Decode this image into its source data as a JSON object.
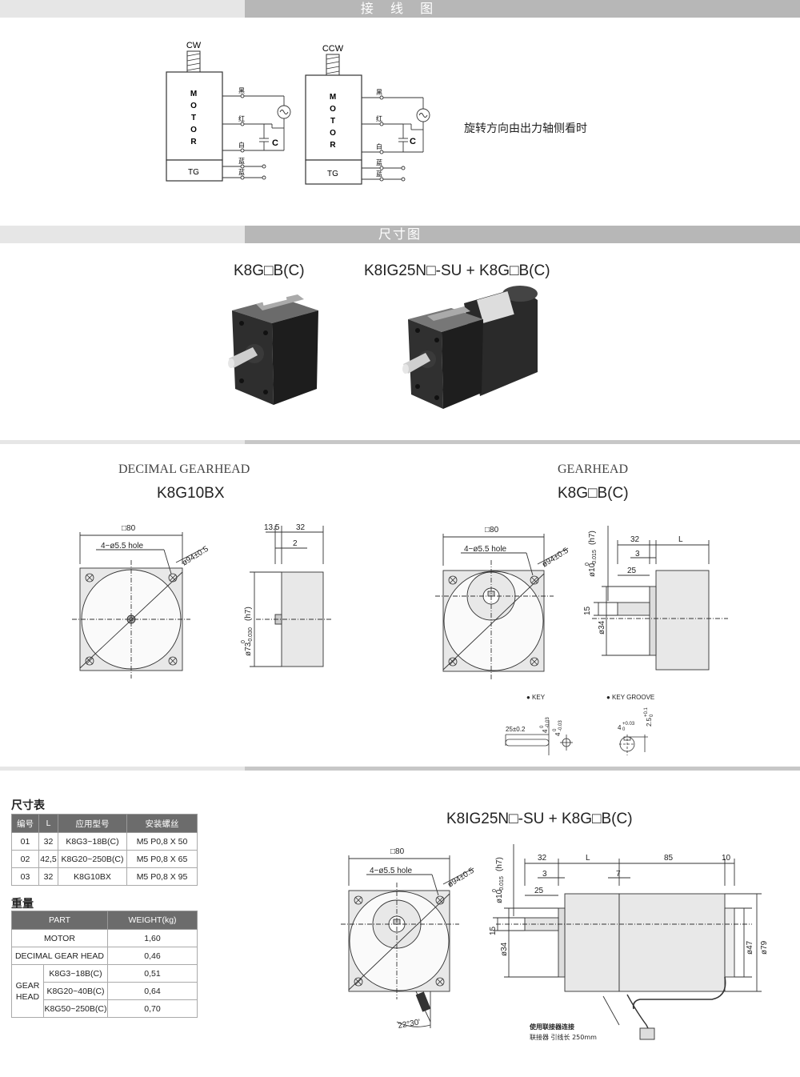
{
  "sections": {
    "wiring": "接 线 图",
    "dimensions": "尺寸图"
  },
  "wiring": {
    "left": {
      "direction": "CW",
      "motor_label": [
        "M",
        "O",
        "T",
        "O",
        "R"
      ],
      "tg": "TG",
      "wires": [
        "黑",
        "红",
        "白",
        "蓝",
        "蓝"
      ],
      "cap": "C"
    },
    "right": {
      "direction": "CCW",
      "motor_label": [
        "M",
        "O",
        "T",
        "O",
        "R"
      ],
      "tg": "TG",
      "wires": [
        "黑",
        "红",
        "白",
        "蓝",
        "蓝"
      ],
      "cap": "C"
    },
    "note": "旋转方向由出力轴侧看时"
  },
  "products": {
    "left_title": "K8G□B(C)",
    "right_title": "K8IG25N□-SU + K8G□B(C)"
  },
  "drawings": {
    "decimal": {
      "heading": "DECIMAL GEARHEAD",
      "model": "K8G10BX",
      "dims": {
        "square": "□80",
        "hole": "4−ø5.5 hole",
        "pcd": "ø94±0.5",
        "shaft": "ø73",
        "shaft_tol_upper": "0",
        "shaft_tol_lower": "-0.030",
        "shaft_fit": "(h7)",
        "d1": "13.5",
        "d2": "32",
        "d3": "2"
      }
    },
    "gearhead": {
      "heading": "GEARHEAD",
      "model": "K8G□B(C)",
      "dims": {
        "square": "□80",
        "hole": "4−ø5.5 hole",
        "pcd": "ø94±0.5",
        "shaft": "ø10",
        "shaft_tol_upper": "0",
        "shaft_tol_lower": "-0.015",
        "shaft_fit": "(h7)",
        "d32": "32",
        "dL": "L",
        "d3": "3",
        "d25": "25",
        "d34": "ø34",
        "d15": "15"
      },
      "key": {
        "key_label": "● KEY",
        "groove_label": "● KEY GROOVE",
        "key_len": "25±0.2",
        "key_w": "4",
        "key_w_tol_upper": "0",
        "key_w_tol_lower": "-0.03",
        "groove_w": "4",
        "groove_w_tol_upper": "+0.03",
        "groove_w_tol_lower": "0",
        "groove_d": "2.5",
        "groove_d_tol_upper": "+0.1",
        "groove_d_tol_lower": "0"
      }
    }
  },
  "dim_table": {
    "title": "尺寸表",
    "headers": [
      "编号",
      "L",
      "应用型号",
      "安装螺丝"
    ],
    "rows": [
      [
        "01",
        "32",
        "K8G3~18B(C)",
        "M5 P0,8 X 50"
      ],
      [
        "02",
        "42,5",
        "K8G20~250B(C)",
        "M5 P0,8 X 65"
      ],
      [
        "03",
        "32",
        "K8G10BX",
        "M5 P0,8 X 95"
      ]
    ]
  },
  "weight_table": {
    "title": "重量",
    "headers": [
      "PART",
      "WEIGHT(kg)"
    ],
    "rows": [
      {
        "part": "MOTOR",
        "weight": "1,60"
      },
      {
        "part": "DECIMAL GEAR HEAD",
        "weight": "0,46"
      }
    ],
    "group_label": "GEAR HEAD",
    "group_rows": [
      {
        "part": "K8G3~18B(C)",
        "weight": "0,51"
      },
      {
        "part": "K8G20~40B(C)",
        "weight": "0,64"
      },
      {
        "part": "K8G50~250B(C)",
        "weight": "0,70"
      }
    ]
  },
  "assembly": {
    "title": "K8IG25N□-SU + K8G□B(C)",
    "dims": {
      "square": "□80",
      "hole": "4−ø5.5 hole",
      "pcd": "ø94±0.5",
      "shaft": "ø10",
      "shaft_tol_upper": "0",
      "shaft_tol_lower": "-0.015",
      "shaft_fit": "(h7)",
      "d32": "32",
      "dL": "L",
      "d85": "85",
      "d10": "10",
      "d3": "3",
      "d7": "7",
      "d25": "25",
      "d34": "ø34",
      "d15": "15",
      "d47": "ø47",
      "d79": "ø79",
      "angle": "22°30'"
    },
    "note1": "使用联接器连接",
    "note2": "联接器 引线长 250mm"
  }
}
